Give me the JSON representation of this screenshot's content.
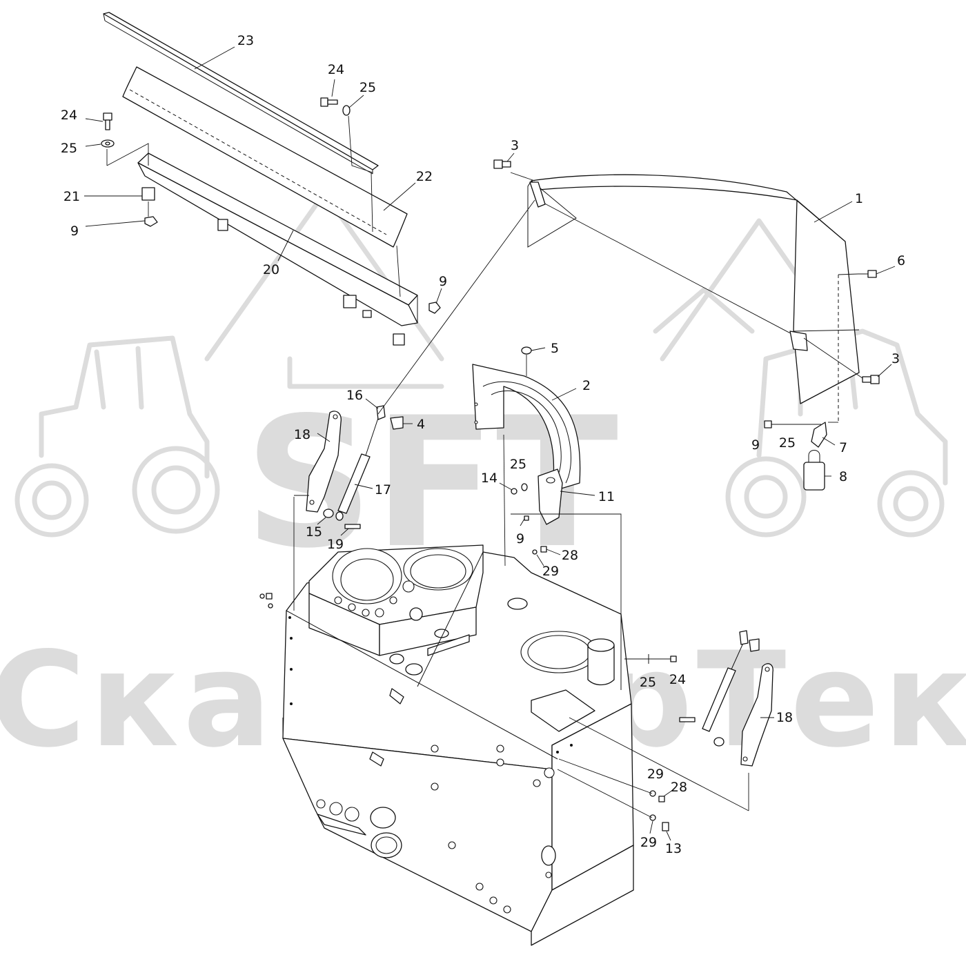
{
  "watermark": {
    "logo_text": "SFT",
    "company_text": "СканФорТек",
    "color": "#d9d9d9"
  },
  "colors": {
    "line": "#111111",
    "paper": "#ffffff"
  },
  "callouts": [
    {
      "id": "c23a",
      "label": "23"
    },
    {
      "id": "c24a",
      "label": "24"
    },
    {
      "id": "c25a",
      "label": "25"
    },
    {
      "id": "c24b",
      "label": "24"
    },
    {
      "id": "c25b",
      "label": "25"
    },
    {
      "id": "c22",
      "label": "22"
    },
    {
      "id": "c21",
      "label": "21"
    },
    {
      "id": "c9a",
      "label": "9"
    },
    {
      "id": "c20",
      "label": "20"
    },
    {
      "id": "c9b",
      "label": "9"
    },
    {
      "id": "c3a",
      "label": "3"
    },
    {
      "id": "c1",
      "label": "1"
    },
    {
      "id": "c6",
      "label": "6"
    },
    {
      "id": "c3b",
      "label": "3"
    },
    {
      "id": "c5",
      "label": "5"
    },
    {
      "id": "c2",
      "label": "2"
    },
    {
      "id": "c16",
      "label": "16"
    },
    {
      "id": "c4",
      "label": "4"
    },
    {
      "id": "c18a",
      "label": "18"
    },
    {
      "id": "c17",
      "label": "17"
    },
    {
      "id": "c25c",
      "label": "25"
    },
    {
      "id": "c14",
      "label": "14"
    },
    {
      "id": "c11",
      "label": "11"
    },
    {
      "id": "c9c",
      "label": "9"
    },
    {
      "id": "c25d",
      "label": "25"
    },
    {
      "id": "c7",
      "label": "7"
    },
    {
      "id": "c8",
      "label": "8"
    },
    {
      "id": "c15",
      "label": "15"
    },
    {
      "id": "c19",
      "label": "19"
    },
    {
      "id": "c9d",
      "label": "9"
    },
    {
      "id": "c28a",
      "label": "28"
    },
    {
      "id": "c29a",
      "label": "29"
    },
    {
      "id": "c25e",
      "label": "25"
    },
    {
      "id": "c24c",
      "label": "24"
    },
    {
      "id": "c18b",
      "label": "18"
    },
    {
      "id": "c29b",
      "label": "29"
    },
    {
      "id": "c28b",
      "label": "28"
    },
    {
      "id": "c29c",
      "label": "29"
    },
    {
      "id": "c13",
      "label": "13"
    }
  ]
}
